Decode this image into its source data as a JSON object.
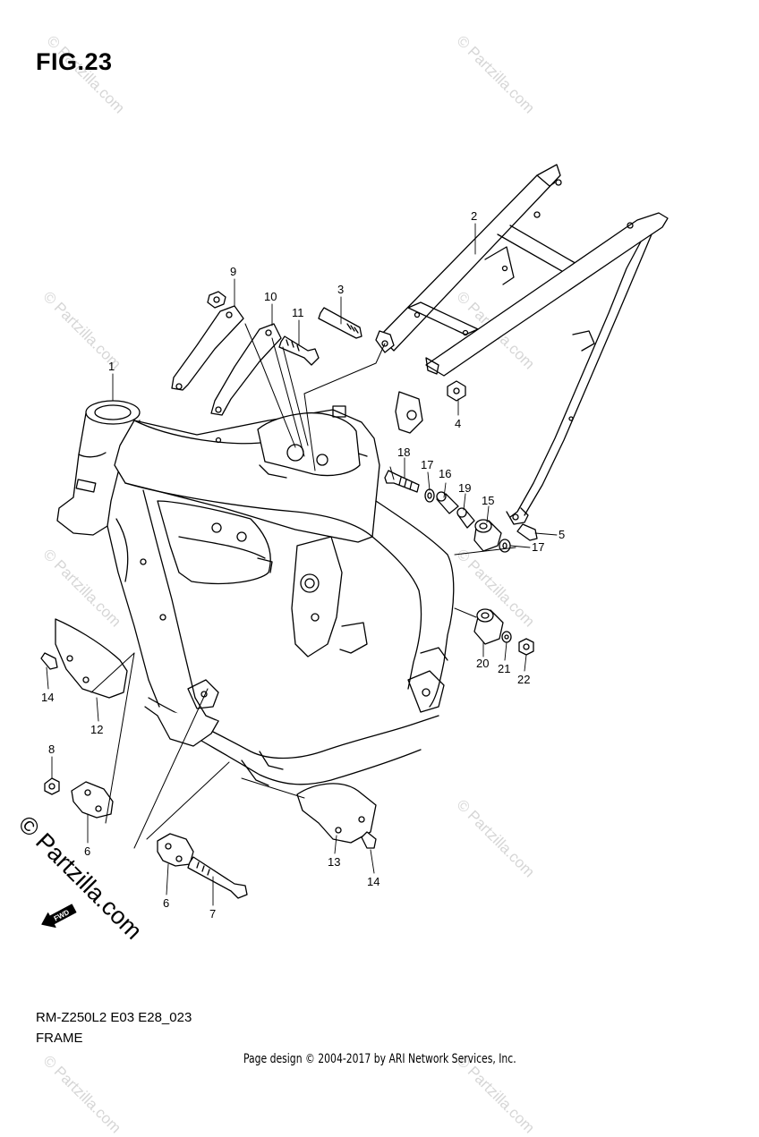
{
  "figure": {
    "title": "FIG.23",
    "model_code": "RM-Z250L2 E03 E28_023",
    "section_name": "FRAME",
    "credit": "Page design © 2004-2017 by ARI Network Services, Inc."
  },
  "watermark": {
    "text": "© Partzilla.com",
    "large_text": "© Partzilla.com",
    "color": "#d6d6d6"
  },
  "fwd_badge": {
    "label": "FWD"
  },
  "callouts": {
    "c1": "1",
    "c2": "2",
    "c3": "3",
    "c4": "4",
    "c5": "5",
    "c6a": "6",
    "c6b": "6",
    "c7": "7",
    "c8": "8",
    "c9": "9",
    "c10": "10",
    "c11": "11",
    "c12": "12",
    "c13": "13",
    "c14a": "14",
    "c14b": "14",
    "c15": "15",
    "c16": "16",
    "c17a": "17",
    "c17b": "17",
    "c18": "18",
    "c19": "19",
    "c20": "20",
    "c21": "21",
    "c22": "22"
  }
}
